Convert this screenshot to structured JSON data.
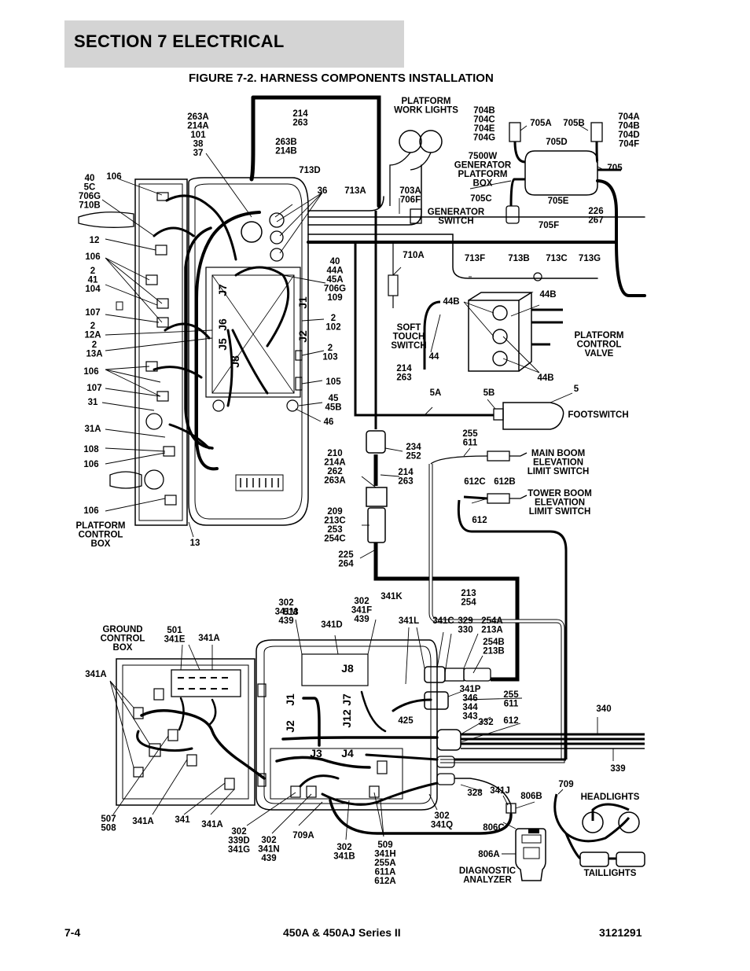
{
  "header": {
    "section": "SECTION 7   ELECTRICAL"
  },
  "figure": {
    "title": "FIGURE 7-2. HARNESS COMPONENTS INSTALLATION"
  },
  "footer": {
    "page": "7-4",
    "model": "450A & 450AJ Series II",
    "doc_number": "3121291"
  },
  "callouts": {
    "platform_work_lights": [
      "PLATFORM",
      "WORK LIGHTS"
    ],
    "generator_box": [
      "7500W",
      "GENERATOR",
      "PLATFORM",
      "BOX"
    ],
    "generator_switch": [
      "GENERATOR",
      "SWITCH"
    ],
    "soft_touch_switch": [
      "SOFT",
      "TOUCH",
      "SWITCH"
    ],
    "platform_control_valve": [
      "PLATFORM",
      "CONTROL",
      "VALVE"
    ],
    "footswitch": "FOOTSWITCH",
    "main_boom_switch": [
      "MAIN BOOM",
      "ELEVATION",
      "LIMIT SWITCH"
    ],
    "tower_boom_switch": [
      "TOWER BOOM",
      "ELEVATION",
      "LIMIT SWITCH"
    ],
    "platform_control_box": [
      "PLATFORM",
      "CONTROL",
      "BOX"
    ],
    "ground_control_box": [
      "GROUND",
      "CONTROL",
      "BOX"
    ],
    "headlights": "HEADLIGHTS",
    "taillights": "TAILLIGHTS",
    "diagnostic_analyzer": [
      "DIAGNOSTIC",
      "ANALYZER"
    ]
  },
  "connectors": {
    "platform": [
      "J7",
      "J6",
      "J5",
      "J8",
      "J1",
      "J2"
    ],
    "ground": [
      "J8",
      "J7",
      "J1",
      "J12",
      "J2",
      "J3",
      "J4"
    ]
  },
  "wire_labels": {
    "w214_263_top": [
      "214",
      "263"
    ],
    "w263a_stack": [
      "263A",
      "214A",
      "101",
      "38",
      "37"
    ],
    "w263b": [
      "263B",
      "214B"
    ],
    "w713d": "713D",
    "w36": "36",
    "w713a": "713A",
    "w106_top": "106",
    "w40_stack": [
      "40",
      "5C",
      "706G",
      "710B"
    ],
    "w12": "12",
    "w106_b": "106",
    "w2_41_104": [
      "2",
      "41",
      "104"
    ],
    "w107_a": "107",
    "w2_12a": [
      "2",
      "12A"
    ],
    "w2_13a": [
      "2",
      "13A"
    ],
    "w106_c": "106",
    "w107_b": "107",
    "w31": "31",
    "w31a": "31A",
    "w108": "108",
    "w106_d": "106",
    "w106_e": "106",
    "w13": "13",
    "w40_44a": [
      "40",
      "44A",
      "45A",
      "706G",
      "109"
    ],
    "w2_102": [
      "2",
      "102"
    ],
    "w2_103": [
      "2",
      "103"
    ],
    "w105": "105",
    "w45_45b": [
      "45",
      "45B"
    ],
    "w46": "46",
    "w703a": [
      "703A",
      "706F"
    ],
    "w710a": "710A",
    "w704b_l": [
      "704B",
      "704C",
      "704E",
      "704G"
    ],
    "w705a": "705A",
    "w705b": "705B",
    "w705d": "705D",
    "w704a_r": [
      "704A",
      "704B",
      "704D",
      "704F"
    ],
    "w705": "705",
    "w705c": "705C",
    "w705e": "705E",
    "w705f": "705F",
    "w226_267": [
      "226",
      "267"
    ],
    "w713f": "713F",
    "w713b": "713B",
    "w713c": "713C",
    "w713g": "713G",
    "w44b_a": "44B",
    "w44b_b": "44B",
    "w44b_c": "44B",
    "w44": "44",
    "w214_263_mid": [
      "214",
      "263"
    ],
    "w5a": "5A",
    "w5b": "5B",
    "w5": "5",
    "w234_252": [
      "234",
      "252"
    ],
    "w214_263_low": [
      "214",
      "263"
    ],
    "w210_stack": [
      "210",
      "214A",
      "262",
      "263A"
    ],
    "w209_stack": [
      "209",
      "213C",
      "253",
      "254C"
    ],
    "w225_264": [
      "225",
      "264"
    ],
    "w255_611_top": [
      "255",
      "611"
    ],
    "w612c": "612C",
    "w612b": "612B",
    "w612_top": "612",
    "w213_254": [
      "213",
      "254"
    ],
    "w302_341m": [
      "302",
      "341M",
      "439"
    ],
    "w513": "513",
    "w302_341f": [
      "302",
      "341F",
      "439"
    ],
    "w341k": "341K",
    "w341d": "341D",
    "w341l": "341L",
    "w341c": "341C",
    "w329_330": [
      "329",
      "330"
    ],
    "w254a": [
      "254A",
      "213A"
    ],
    "w254b": [
      "254B",
      "213B"
    ],
    "w501": [
      "501",
      "341E"
    ],
    "w341a_top": "341A",
    "w341a_left": "341A",
    "w341p_stack": [
      "341P",
      "346",
      "344",
      "343"
    ],
    "w425": "425",
    "w332": "332",
    "w255_611_low": [
      "255",
      "611"
    ],
    "w612_low": "612",
    "w340": "340",
    "w339": "339",
    "w328": "328",
    "w341j": "341J",
    "w806b": "806B",
    "w709": "709",
    "w806c": "806C",
    "w806a": "806A",
    "w302_341q": [
      "302",
      "341Q"
    ],
    "w507_508": [
      "507",
      "508"
    ],
    "w341a_b1": "341A",
    "w341": "341",
    "w341a_b2": "341A",
    "w302_339d": [
      "302",
      "339D",
      "341G"
    ],
    "w302_341n": [
      "302",
      "341N",
      "439"
    ],
    "w709a": "709A",
    "w302_341b": [
      "302",
      "341B"
    ],
    "w509_stack": [
      "509",
      "341H",
      "255A",
      "611A",
      "612A"
    ]
  }
}
